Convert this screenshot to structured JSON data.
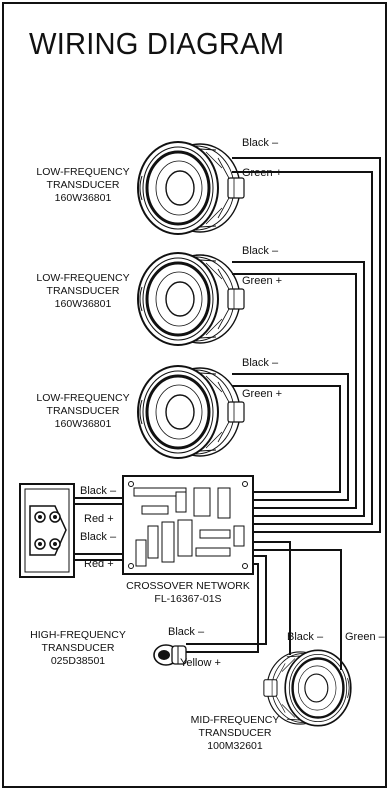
{
  "title": "WIRING DIAGRAM",
  "components": {
    "lf1": {
      "line1": "LOW-FREQUENCY",
      "line2": "TRANSDUCER",
      "line3": "160W36801"
    },
    "lf2": {
      "line1": "LOW-FREQUENCY",
      "line2": "TRANSDUCER",
      "line3": "160W36801"
    },
    "lf3": {
      "line1": "LOW-FREQUENCY",
      "line2": "TRANSDUCER",
      "line3": "160W36801"
    },
    "crossover": {
      "line1": "CROSSOVER NETWORK",
      "line2": "FL-16367-01S"
    },
    "hf": {
      "line1": "HIGH-FREQUENCY",
      "line2": "TRANSDUCER",
      "line3": "025D38501"
    },
    "mf": {
      "line1": "MID-FREQUENCY",
      "line2": "TRANSDUCER",
      "line3": "100M32601"
    }
  },
  "wires": {
    "lf1_black": "Black –",
    "lf1_green": "Green +",
    "lf2_black": "Black –",
    "lf2_green": "Green +",
    "lf3_black": "Black –",
    "lf3_green": "Green +",
    "input_black_top": "Black –",
    "input_red_top": "Red +",
    "input_black_bottom": "Black –",
    "input_red_bottom": "Red +",
    "hf_black": "Black –",
    "hf_yellow": "Yellow +",
    "mf_black": "Black –",
    "mf_green": "Green –"
  },
  "colors": {
    "line": "#111111",
    "background": "#ffffff"
  }
}
